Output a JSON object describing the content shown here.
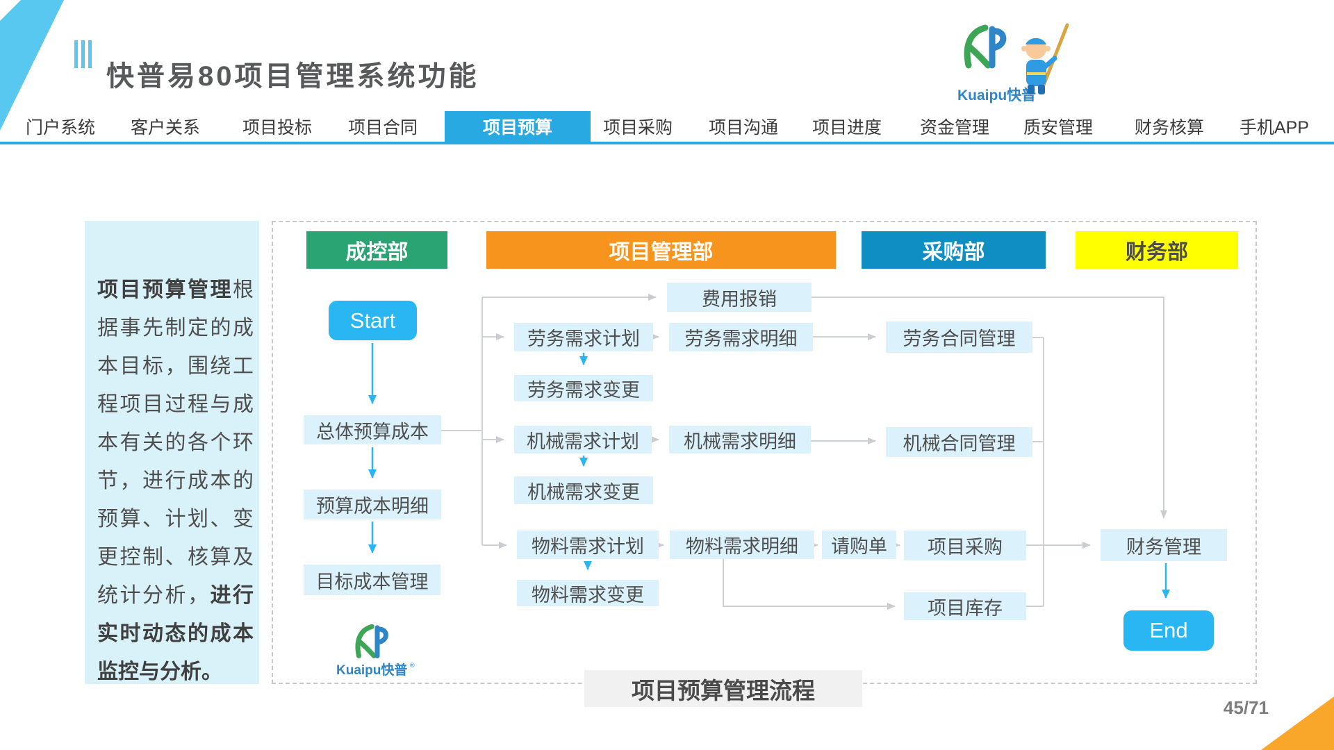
{
  "slide": {
    "title": "快普易80项目管理系统功能",
    "page_number": "45/71",
    "brand": {
      "name": "Kuaipu快普",
      "registered": "®"
    }
  },
  "nav": {
    "tabs": [
      {
        "label": "门户系统",
        "active": false
      },
      {
        "label": "客户关系",
        "active": false
      },
      {
        "label": "项目投标",
        "active": false
      },
      {
        "label": "项目合同",
        "active": false
      },
      {
        "label": "项目预算",
        "active": true
      },
      {
        "label": "项目采购",
        "active": false
      },
      {
        "label": "项目沟通",
        "active": false
      },
      {
        "label": "项目进度",
        "active": false
      },
      {
        "label": "资金管理",
        "active": false
      },
      {
        "label": "质安管理",
        "active": false
      },
      {
        "label": "财务核算",
        "active": false
      },
      {
        "label": "手机APP",
        "active": false
      }
    ]
  },
  "sidebar": {
    "lead_bold": "项目预算管理",
    "body": "根据事先制定的成本目标，围绕工程项目过程与成本有关的各个环节，进行成本的预算、计划、变更控制、核算及统计分析，",
    "tail_bold": "进行实时动态的成本监控与分析。"
  },
  "flow": {
    "caption": "项目预算管理流程",
    "departments": [
      {
        "label": "成控部",
        "color": "#2BA473"
      },
      {
        "label": "项目管理部",
        "color": "#F7941E"
      },
      {
        "label": "采购部",
        "color": "#0F8EC4"
      },
      {
        "label": "财务部",
        "color": "#FFFF00"
      }
    ],
    "start_label": "Start",
    "end_label": "End",
    "nodes": {
      "total_budget_cost": "总体预算成本",
      "budget_cost_detail": "预算成本明细",
      "target_cost_mgmt": "目标成本管理",
      "expense_reimbursement": "费用报销",
      "labor_demand_plan": "劳务需求计划",
      "labor_demand_detail": "劳务需求明细",
      "labor_contract_mgmt": "劳务合同管理",
      "labor_demand_change": "劳务需求变更",
      "machine_demand_plan": "机械需求计划",
      "machine_demand_detail": "机械需求明细",
      "machine_contract_mgmt": "机械合同管理",
      "machine_demand_change": "机械需求变更",
      "material_demand_plan": "物料需求计划",
      "material_demand_detail": "物料需求明细",
      "purchase_request": "请购单",
      "project_procurement": "项目采购",
      "material_demand_change": "物料需求变更",
      "project_inventory": "项目库存",
      "finance_mgmt": "财务管理"
    }
  },
  "colors": {
    "accent_blue": "#29A9E1",
    "flow_blue": "#29B6F2",
    "node_bg": "#DBF2FC",
    "sidebar_bg": "#D9F1F8",
    "corner_cyan": "#59C8F1",
    "corner_orange": "#F9A72B"
  }
}
